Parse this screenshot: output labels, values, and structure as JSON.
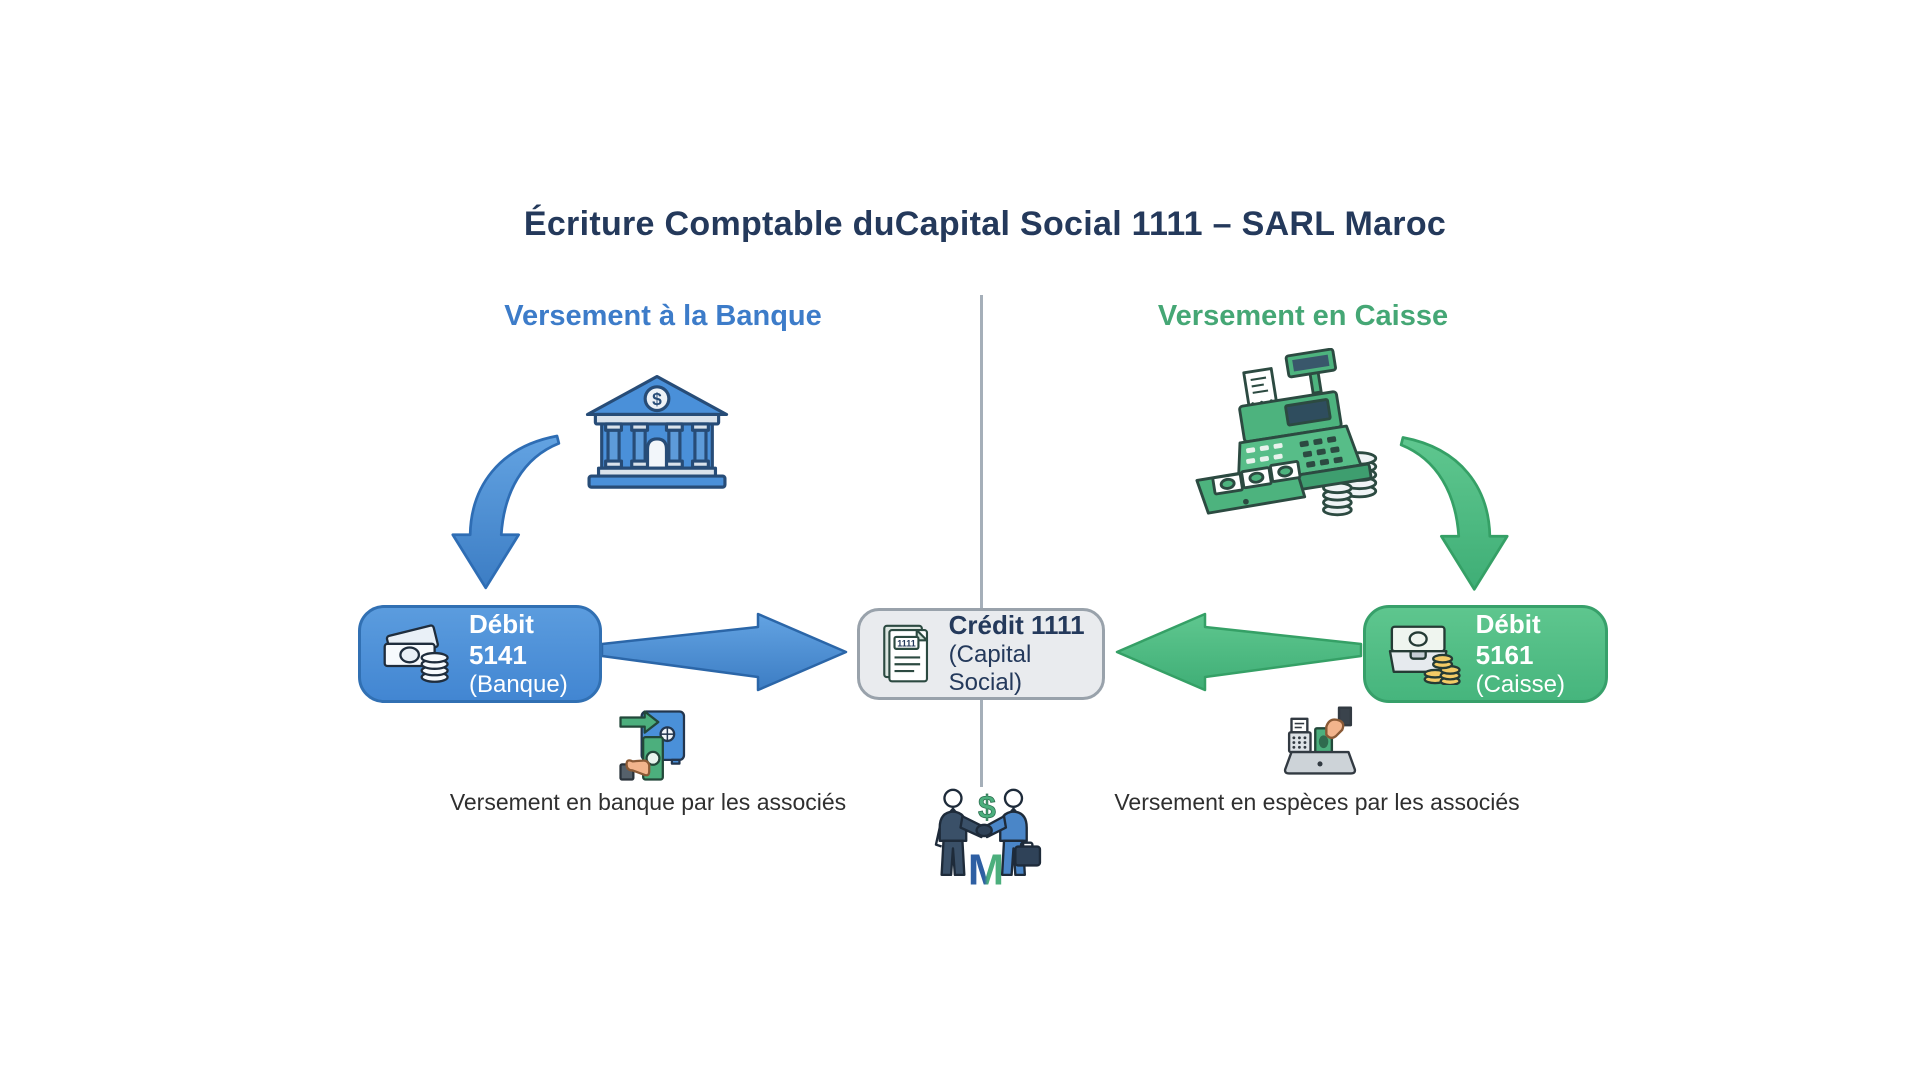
{
  "title": "Écriture Comptable duCapital Social 1111 – SARL Maroc",
  "colors": {
    "title_navy": "#24395B",
    "blue_accent": "#3D7CC9",
    "green_accent": "#45A775",
    "blue_box": "#4A90D9",
    "green_box": "#52BE85",
    "neutral_box": "#E9EBEE",
    "divider_gray": "#A5AFB9"
  },
  "left_flow": {
    "header": "Versement à la Banque",
    "top_icon": "bank-building-icon",
    "debit_box": {
      "line1": "Débit 5141",
      "line2": "(Banque)",
      "icon": "banknotes-coins-icon"
    },
    "small_icon": "cash-deposit-safe-icon",
    "caption": "Versement en banque par les associés"
  },
  "center_flow": {
    "credit_box": {
      "line1": "Crédit 1111",
      "line2": "(Capital Social)",
      "icon": "ledger-document-icon",
      "doc_text": "1111"
    },
    "logo": {
      "icon": "partners-handshake-logo",
      "currency": "$",
      "letter": "M"
    }
  },
  "right_flow": {
    "header": "Versement en Caisse",
    "top_icon": "cash-register-icon",
    "debit_box": {
      "line1": "Débit 5161",
      "line2": "(Caisse)",
      "icon": "cash-drawer-coins-icon"
    },
    "small_icon": "hand-inserting-cash-icon",
    "caption": "Versement en espèces par les associés"
  }
}
